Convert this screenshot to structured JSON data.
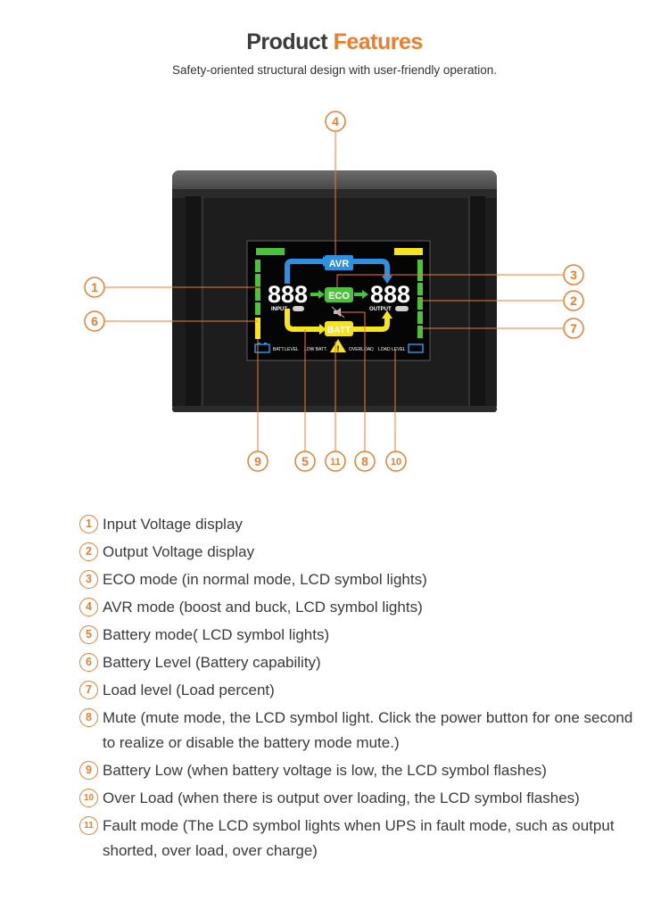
{
  "header": {
    "title_part1": "Product",
    "title_part2": "Features",
    "subtitle": "Safety-oriented structural design with user-friendly operation."
  },
  "colors": {
    "accent": "#ee7d2b",
    "lcd_blue": "#2f8fe0",
    "lcd_green": "#4cc23a",
    "lcd_yellow": "#f6e51a",
    "device_body": "#1e1e1e"
  },
  "lcd": {
    "avr_label": "AVR",
    "eco_label": "ECO",
    "batt_label": "BATT",
    "input_digits": "888",
    "output_digits": "888",
    "input_label": "INPUT",
    "output_label": "OUTPUT",
    "batt_level_label": "BATT.LEVEL",
    "low_batt_label": "LOW BATT.",
    "overload_label": "OVERLOAD",
    "load_level_label": "LOAD LEVEL"
  },
  "callouts": [
    "1",
    "2",
    "3",
    "4",
    "5",
    "6",
    "7",
    "8",
    "9",
    "10",
    "11"
  ],
  "features": [
    {
      "num": "1",
      "text": "Input Voltage display"
    },
    {
      "num": "2",
      "text": "Output Voltage display"
    },
    {
      "num": "3",
      "text": "ECO mode (in normal mode, LCD symbol lights)"
    },
    {
      "num": "4",
      "text": "AVR mode (boost and buck, LCD symbol lights)"
    },
    {
      "num": "5",
      "text": "Battery mode( LCD symbol lights)"
    },
    {
      "num": "6",
      "text": "Battery Level (Battery capability)"
    },
    {
      "num": "7",
      "text": "Load level (Load percent)"
    },
    {
      "num": "8",
      "text": "Mute (mute mode, the LCD symbol light. Click the power button for one second to realize or disable the battery mode mute.)"
    },
    {
      "num": "9",
      "text": "Battery Low (when battery voltage is low, the LCD symbol flashes)"
    },
    {
      "num": "10",
      "text": "Over Load (when there is output over loading, the LCD symbol flashes)"
    },
    {
      "num": "11",
      "text": "Fault mode (The LCD symbol lights when UPS in fault mode, such as output shorted, over load, over charge)"
    }
  ]
}
